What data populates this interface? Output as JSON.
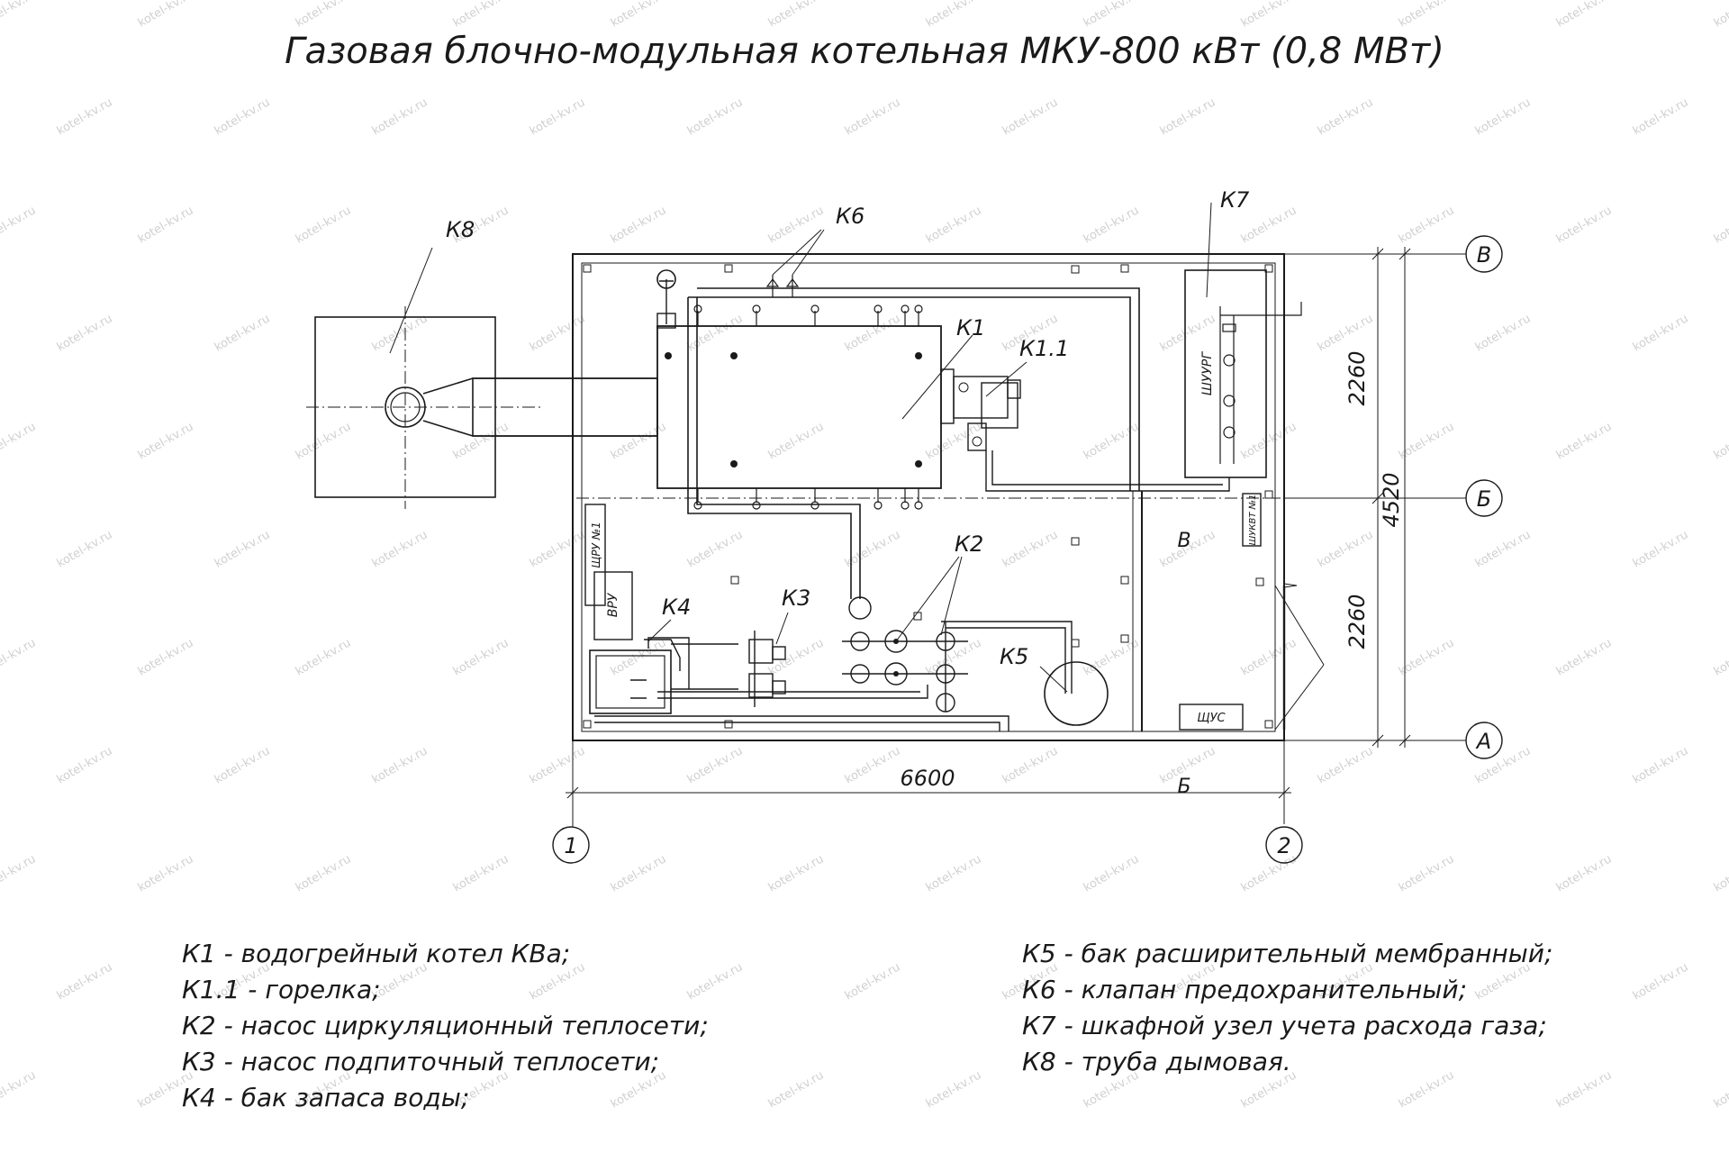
{
  "title": "Газовая блочно-модульная котельная МКУ-800 кВт (0,8 МВт)",
  "watermark": "kotel-kv.ru",
  "labels": {
    "k1": "К1",
    "k1_1": "К1.1",
    "k2": "К2",
    "k3": "К3",
    "k4": "К4",
    "k5": "К5",
    "k6": "К6",
    "k7": "К7",
    "k8": "К8"
  },
  "panels": {
    "shchru": "ЩРУ №1",
    "vru": "ВРУ",
    "shuurg": "ШУУРГ",
    "shchukvt": "ШУКВТ №1",
    "shchus": "ЩУС"
  },
  "room_label": "В",
  "door_label": "Б",
  "dimensions": {
    "width": "6600",
    "height_total": "4520",
    "height_upper": "2260",
    "height_lower": "2260"
  },
  "axes": {
    "right": [
      "В",
      "Б",
      "А"
    ],
    "bottom": [
      "1",
      "2"
    ]
  },
  "legend_left": [
    "К1 - водогрейный котел КВа;",
    "К1.1 - горелка;",
    "К2 - насос циркуляционный теплосети;",
    "К3 - насос подпиточный теплосети;",
    "К4 - бак запаса воды;"
  ],
  "legend_right": [
    "К5 - бак расширительный мембранный;",
    "К6 - клапан предохранительный;",
    "К7 - шкафной узел учета расхода газа;",
    "К8 - труба дымовая."
  ]
}
